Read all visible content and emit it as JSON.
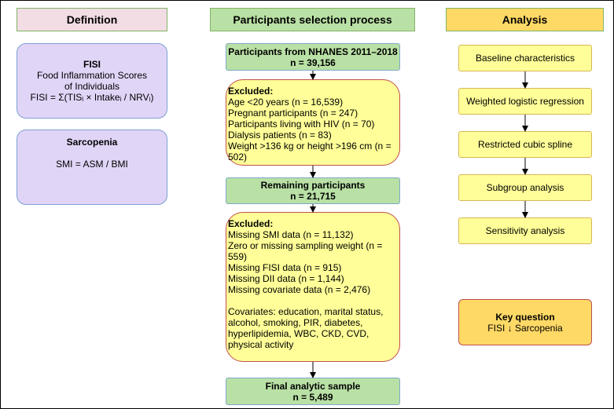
{
  "headers": {
    "definition": "Definition",
    "selection": "Participants selection process",
    "analysis": "Analysis"
  },
  "definitions": {
    "fisi": {
      "title": "FISI",
      "lines": [
        "Food Inflammation Scores",
        "of Individuals",
        "FISI = Σ(TISᵢ × Intakeᵢ / NRVᵢ)"
      ]
    },
    "sarcopenia": {
      "title": "Sarcopenia",
      "formula": "SMI = ASM / BMI"
    }
  },
  "selection": {
    "participants": {
      "title": "Participants from NHANES 2011–2018",
      "count": "n = 39,156"
    },
    "excluded1": {
      "title": "Excluded:",
      "lines": [
        "Age <20 years (n = 16,539)",
        "Pregnant participants (n = 247)",
        "Participants living with HIV (n = 70)",
        "Dialysis patients (n = 83)",
        "Weight >136 kg or height >196 cm (n = 502)"
      ]
    },
    "remaining": {
      "title": "Remaining participants",
      "count": "n = 21,715"
    },
    "excluded2": {
      "title": "Excluded:",
      "lines": [
        "Missing SMI data (n = 11,132)",
        "Zero or missing sampling weight (n = 559)",
        "Missing FISI data (n = 915)",
        "Missing DII data (n = 1,144)",
        "Missing covariate data (n = 2,476)"
      ],
      "covariates": "Covariates: education, marital status, alcohol, smoking, PIR, diabetes, hyperlipidemia, WBC, CKD, CVD, physical activity"
    },
    "final": {
      "title": "Final analytic sample",
      "count": "n = 5,489"
    }
  },
  "analysis": {
    "steps": [
      "Baseline characteristics",
      "Weighted logistic regression",
      "Restricted cubic spline",
      "Subgroup analysis",
      "Sensitivity analysis"
    ],
    "key_question": {
      "title": "Key question",
      "text": "FISI ↓ Sarcopenia"
    }
  },
  "colors": {
    "definition_header": "#f2dde4",
    "selection_header": "#b9e0a5",
    "analysis_header": "#ffd966",
    "purple_box": "#e1d5f7",
    "green_box": "#b9e0a5",
    "yellow_box": "#fffe98",
    "exclusion_border": "#c0504d"
  }
}
